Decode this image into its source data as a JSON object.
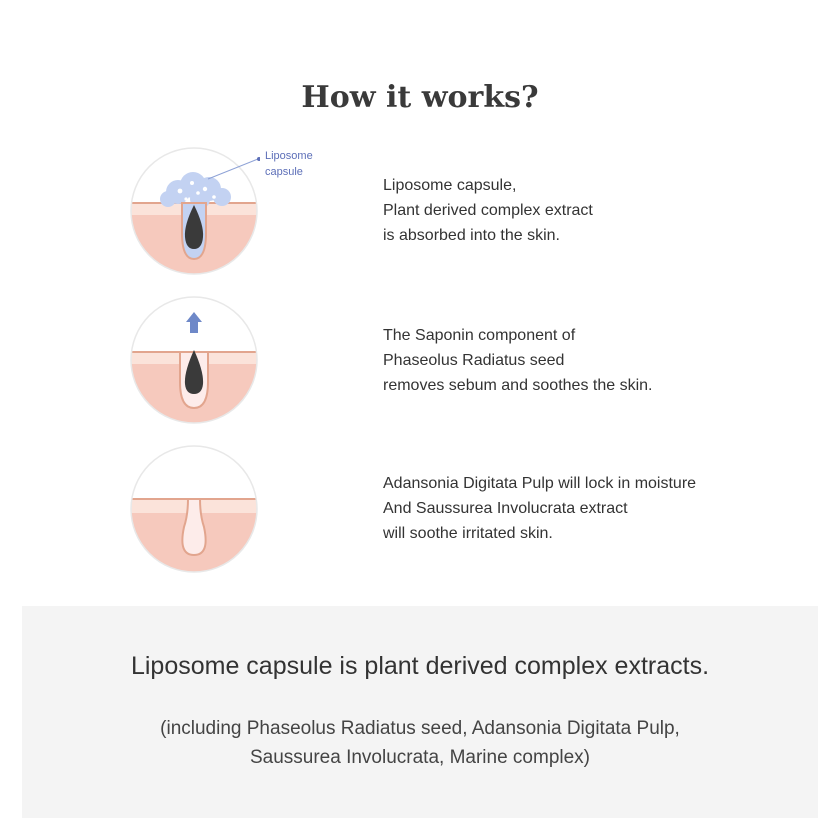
{
  "title": "How it works?",
  "steps": [
    {
      "callout": [
        "Liposome",
        "capsule"
      ],
      "lines": [
        "Liposome capsule,",
        "Plant derived complex extract",
        "is absorbed into the skin."
      ]
    },
    {
      "lines": [
        "The Saponin component of",
        "Phaseolus Radiatus seed",
        "removes sebum and soothes the skin."
      ]
    },
    {
      "lines": [
        "Adansonia Digitata Pulp will lock in moisture",
        "And Saussurea Involucrata extract",
        "will soothe irritated skin."
      ]
    }
  ],
  "summary": {
    "headline": "Liposome capsule is plant derived complex extracts.",
    "note": [
      "(including Phaseolus Radiatus seed, Adansonia Digitata Pulp,",
      "Saussurea Involucrata, Marine complex)"
    ]
  },
  "colors": {
    "skin": "#f6c9bd",
    "skin_band": "#fbe3da",
    "outline": "#e2a58e",
    "follicle_fill": "#fdecea",
    "sebum": "#3a3a3a",
    "liposome": "#c3d2f2",
    "arrow": "#6e88c8"
  }
}
